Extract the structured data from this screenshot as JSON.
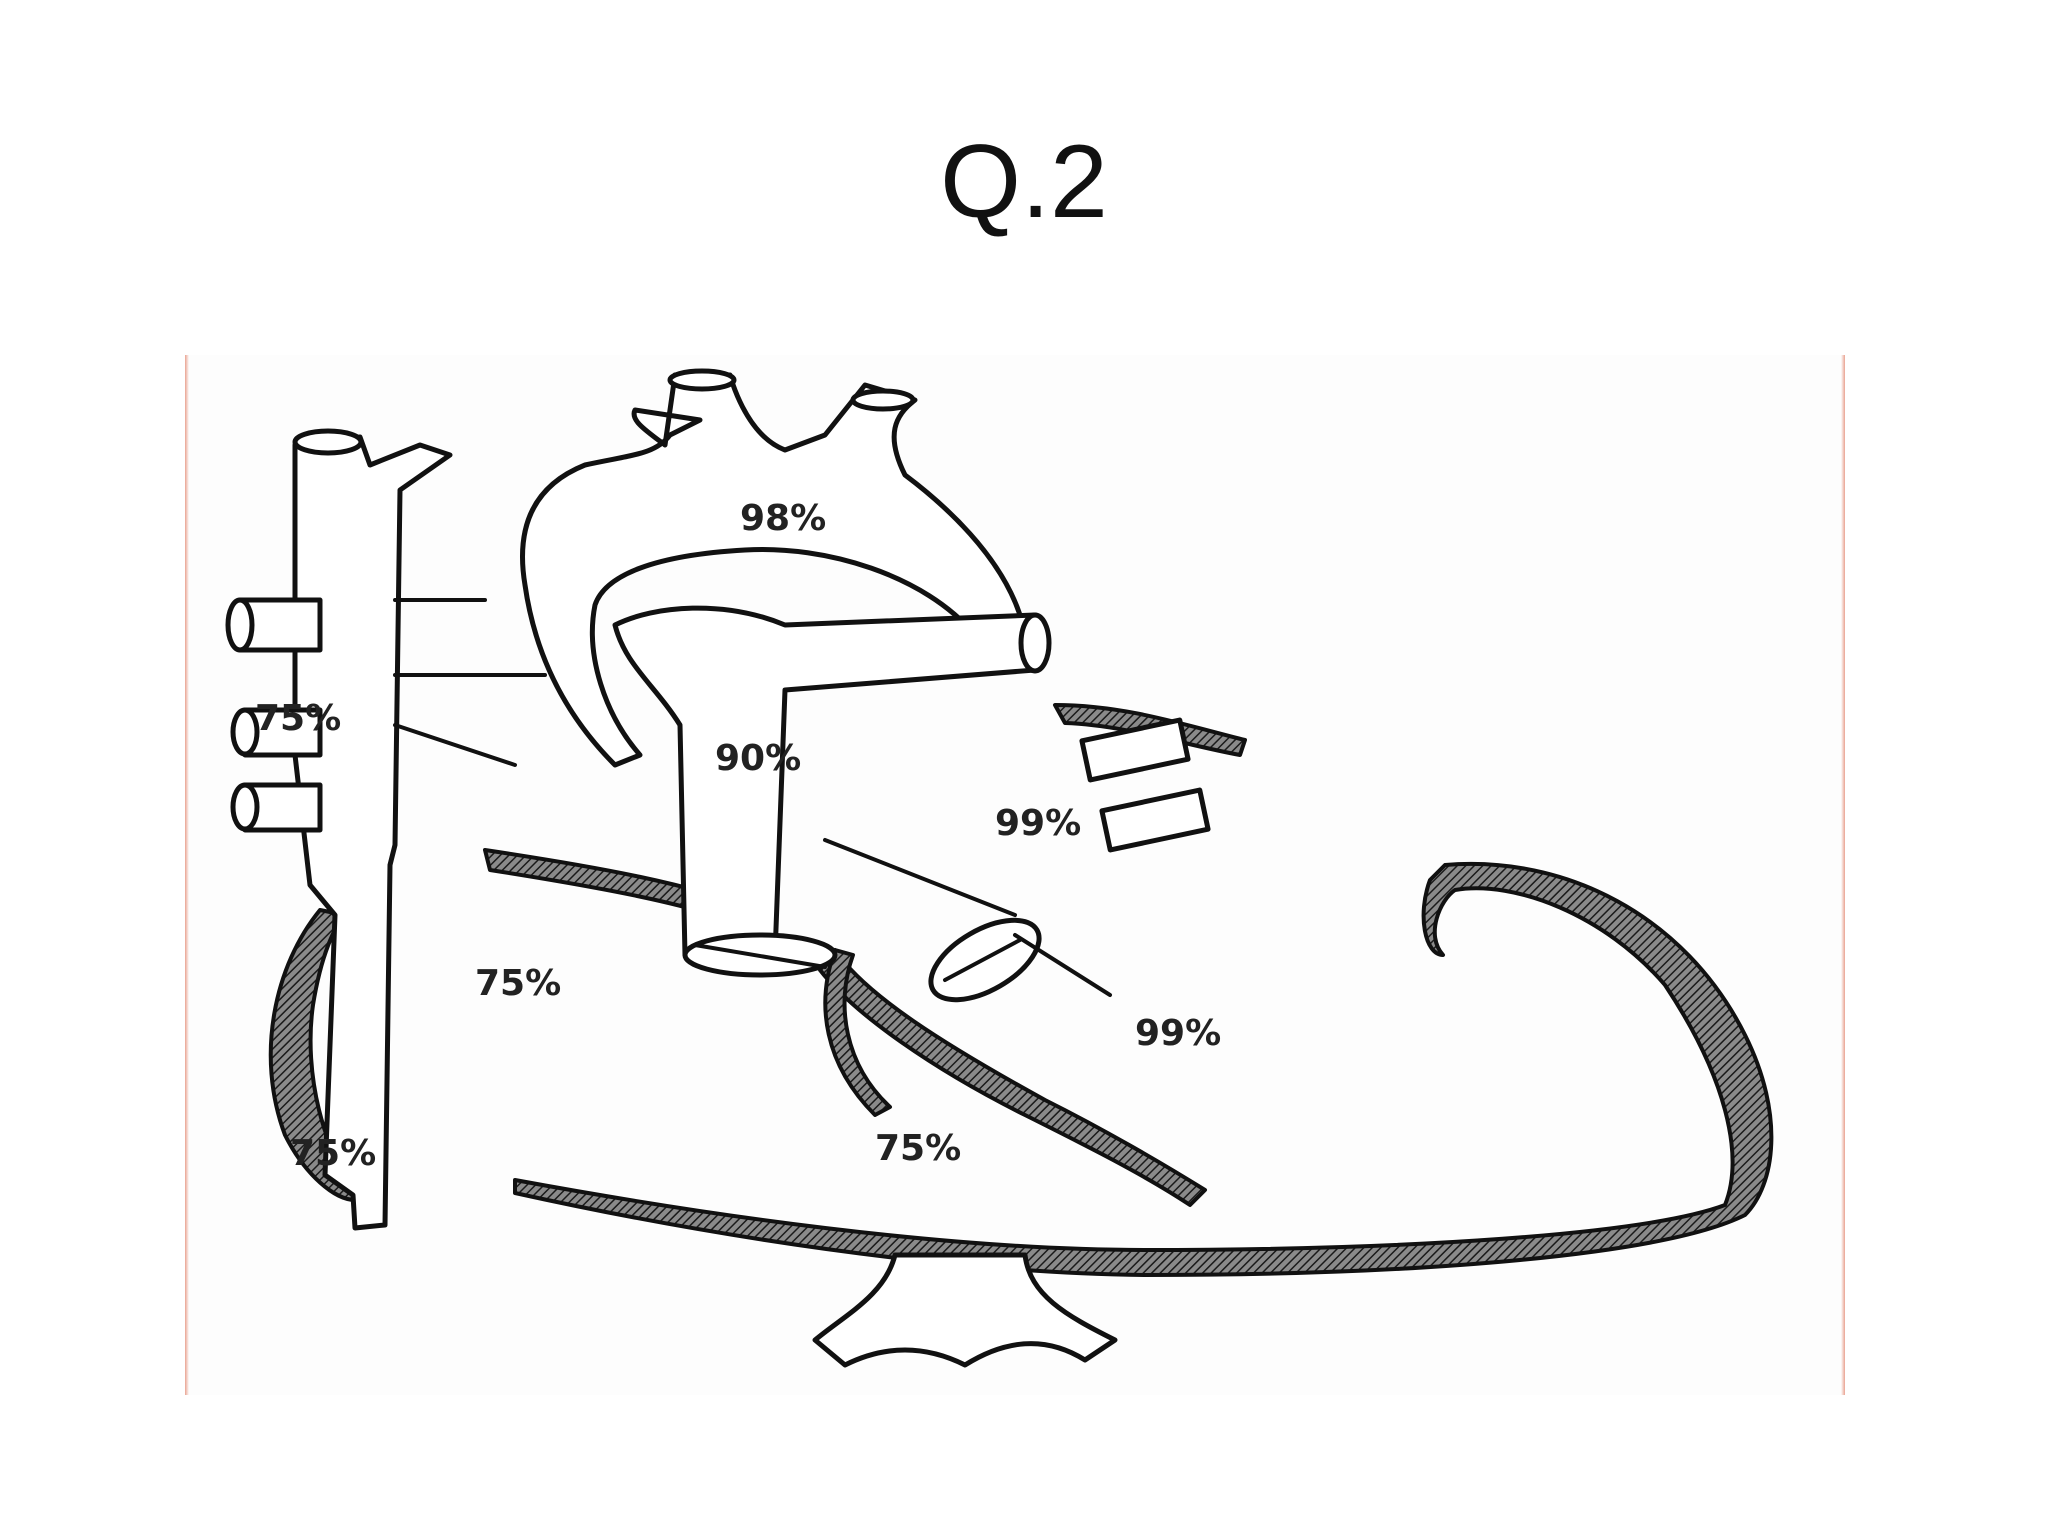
{
  "title": "Q.2",
  "colors": {
    "figure_edge": "#e9a391",
    "outline": "#111111",
    "wall_fill": "#555555"
  },
  "labels": {
    "aorta": "98%",
    "pulmonary_artery": "90%",
    "superior_vena_cava": "75%",
    "right_atrium": "75%",
    "inferior_vena_cava": "75%",
    "right_ventricle": "75%",
    "left_atrium": "99%",
    "left_ventricle": "99%"
  }
}
